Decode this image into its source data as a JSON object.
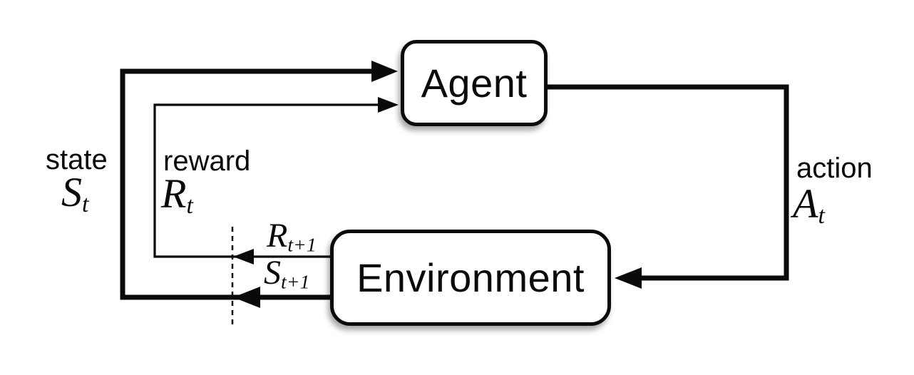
{
  "diagram": {
    "type": "flow-loop",
    "description": "Agent-environment interaction loop (reinforcement learning)",
    "nodes": {
      "agent": {
        "label": "Agent"
      },
      "environment": {
        "label": "Environment"
      }
    },
    "labels": {
      "state": {
        "word": "state",
        "symbol": "S",
        "sub": "t"
      },
      "reward": {
        "word": "reward",
        "symbol": "R",
        "sub": "t"
      },
      "action": {
        "word": "action",
        "symbol": "A",
        "sub": "t"
      },
      "next_reward": {
        "symbol": "R",
        "sub": "t+1"
      },
      "next_state": {
        "symbol": "S",
        "sub": "t+1"
      }
    },
    "edges": [
      {
        "name": "action-arrow",
        "from": "agent",
        "to": "environment",
        "label": "action A_t",
        "weight": "thick"
      },
      {
        "name": "reward-arrow",
        "from": "environment",
        "to": "agent",
        "label": "reward R_t / R_t+1",
        "weight": "thin"
      },
      {
        "name": "state-arrow",
        "from": "environment",
        "to": "agent",
        "label": "state S_t / S_t+1",
        "weight": "thick"
      }
    ],
    "divider": {
      "name": "time-step-divider",
      "style": "dashed-vertical"
    },
    "colors": {
      "line": "#0a0a0a",
      "box_fill": "#ffffff",
      "background": "#ffffff",
      "text": "#0a0a0a"
    }
  }
}
